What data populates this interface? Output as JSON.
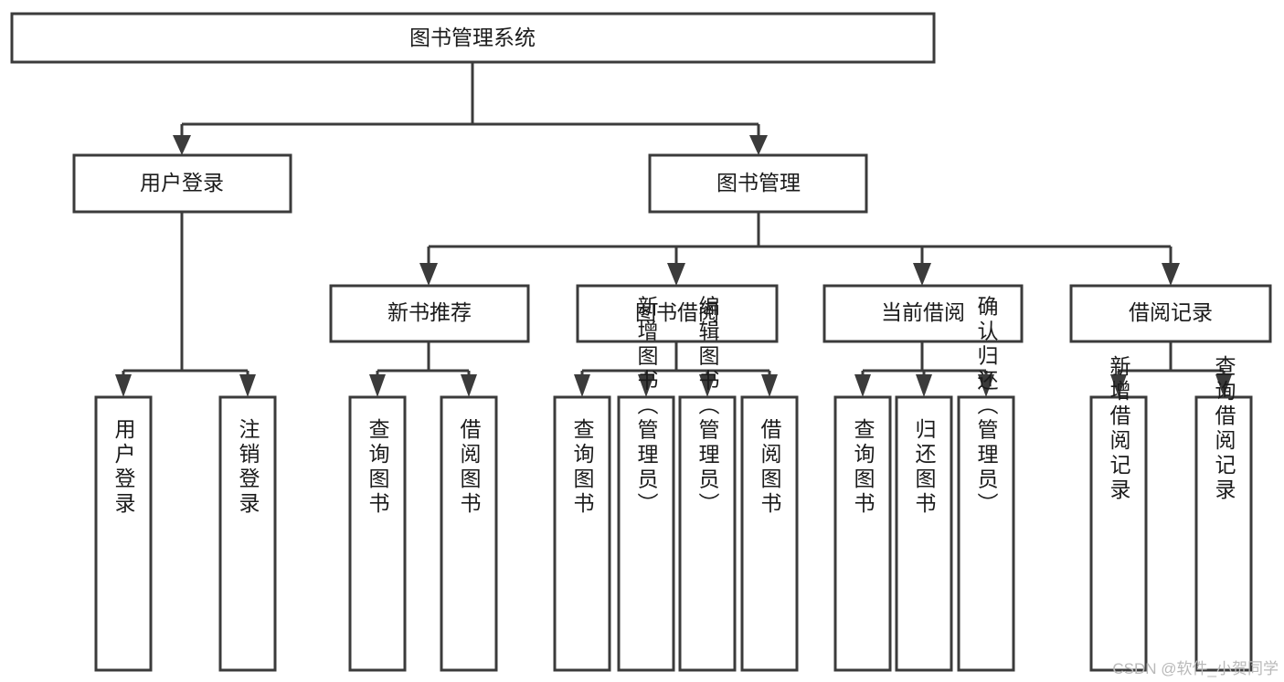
{
  "diagram": {
    "type": "tree-hierarchy-chart",
    "title": "图书管理系统",
    "watermark": "CSDN @软件_小贺同学",
    "colors": {
      "box_stroke": "#3b3b3b",
      "box_fill": "#ffffff",
      "text": "#1b1b1b",
      "connector": "#3b3b3b",
      "watermark": "#b9b9b9",
      "background": "#ffffff"
    },
    "levels": {
      "level1": [
        {
          "id": "root",
          "label": "图书管理系统"
        }
      ],
      "level2": [
        {
          "id": "user-login",
          "label": "用户登录"
        },
        {
          "id": "book-manage",
          "label": "图书管理"
        }
      ],
      "level3": [
        {
          "id": "new-book-recommend",
          "label": "新书推荐",
          "parent": "book-manage"
        },
        {
          "id": "book-borrow",
          "label": "图书借阅",
          "parent": "book-manage"
        },
        {
          "id": "current-borrow",
          "label": "当前借阅",
          "parent": "book-manage"
        },
        {
          "id": "borrow-record",
          "label": "借阅记录",
          "parent": "book-manage"
        }
      ],
      "level4": [
        {
          "id": "leaf-user-login",
          "label": "用户登录",
          "parent": "user-login"
        },
        {
          "id": "leaf-logout",
          "label": "注销登录",
          "parent": "user-login"
        },
        {
          "id": "leaf-query-book-1",
          "label": "查询图书",
          "parent": "new-book-recommend"
        },
        {
          "id": "leaf-borrow-book-1",
          "label": "借阅图书",
          "parent": "new-book-recommend"
        },
        {
          "id": "leaf-query-book-2",
          "label": "查询图书",
          "parent": "book-borrow"
        },
        {
          "id": "leaf-add-book",
          "label": "新增图书（管理员）",
          "parent": "book-borrow"
        },
        {
          "id": "leaf-edit-book",
          "label": "编辑图书（管理员）",
          "parent": "book-borrow"
        },
        {
          "id": "leaf-borrow-book-2",
          "label": "借阅图书",
          "parent": "book-borrow"
        },
        {
          "id": "leaf-query-book-3",
          "label": "查询图书",
          "parent": "current-borrow"
        },
        {
          "id": "leaf-return-book",
          "label": "归还图书",
          "parent": "current-borrow"
        },
        {
          "id": "leaf-confirm-return",
          "label": "确认归还（管理员）",
          "parent": "current-borrow"
        },
        {
          "id": "leaf-add-record",
          "label": "新增借阅记录",
          "parent": "borrow-record"
        },
        {
          "id": "leaf-query-record",
          "label": "查询借阅记录",
          "parent": "borrow-record"
        }
      ]
    }
  }
}
